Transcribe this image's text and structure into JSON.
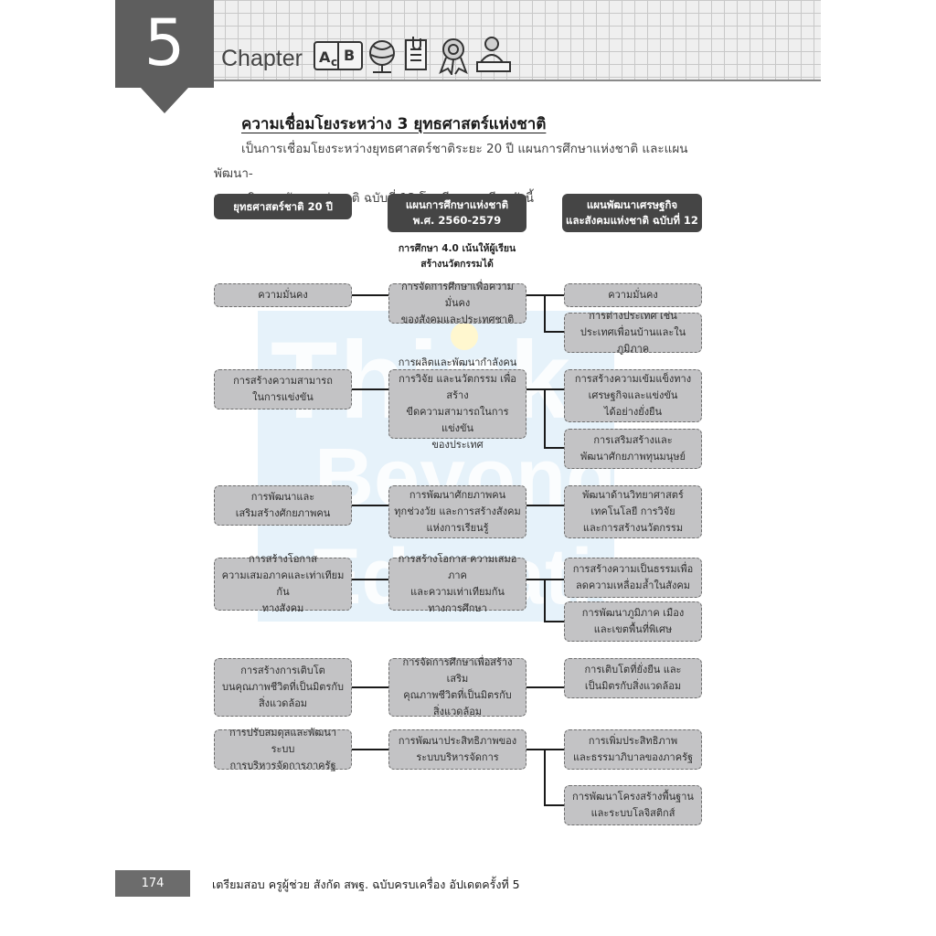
{
  "chapter": {
    "number": "5",
    "word": "Chapter",
    "icons": [
      "abc-book-icon",
      "globe-icon",
      "document-clip-icon",
      "award-ribbon-icon",
      "teacher-desk-icon"
    ]
  },
  "heading": "ความเชื่อมโยงระหว่าง 3 ยุทธศาสตร์แห่งชาติ",
  "intro": {
    "line1": "เป็นการเชื่อมโยงระหว่างยุทธศาสตร์ชาติระยะ 20 ปี แผนการศึกษาแห่งชาติ และแผนพัฒนา-",
    "line2": "เศรษฐกิจและสังคมแห่งชาติ ฉบับที่ 12 โดยมีรายละเอียดดังนี้"
  },
  "watermark": {
    "line1": "Think",
    "line2": "Beyond",
    "line3": "Education"
  },
  "columns": {
    "left": "ยุทธศาสตร์ชาติ 20 ปี",
    "middle": "แผนการศึกษาแห่งชาติ\nพ.ศ. 2560-2579",
    "right": "แผนพัฒนาเศรษฐกิจ\nและสังคมแห่งชาติ ฉบับที่ 12"
  },
  "note": "การศึกษา 4.0 เน้นให้ผู้เรียน\nสร้างนวัตกรรมได้",
  "rows": [
    {
      "left": "ความมั่นคง",
      "middle": "การจัดการศึกษาเพื่อความมั่นคง\nของสังคมและประเทศชาติ",
      "right": [
        "ความมั่นคง",
        "การต่างประเทศ เช่น\nประเทศเพื่อนบ้านและในภูมิภาค"
      ]
    },
    {
      "left": "การสร้างความสามารถ\nในการแข่งขัน",
      "middle": "การผลิตและพัฒนากำลังคน\nการวิจัย และนวัตกรรม เพื่อสร้าง\nขีดความสามารถในการแข่งขัน\nของประเทศ",
      "right": [
        "การสร้างความเข้มแข็งทาง\nเศรษฐกิจและแข่งขัน\nได้อย่างยั่งยืน",
        "การเสริมสร้างและ\nพัฒนาศักยภาพทุนมนุษย์"
      ]
    },
    {
      "left": "การพัฒนาและ\nเสริมสร้างศักยภาพคน",
      "middle": "การพัฒนาศักยภาพคน\nทุกช่วงวัย และการสร้างสังคม\nแห่งการเรียนรู้",
      "right": [
        "พัฒนาด้านวิทยาศาสตร์\nเทคโนโลยี การวิจัย\nและการสร้างนวัตกรรม"
      ]
    },
    {
      "left": "การสร้างโอกาส\nความเสมอภาคและเท่าเทียมกัน\nทางสังคม",
      "middle": "การสร้างโอกาส ความเสมอภาค\nและความเท่าเทียมกัน\nทางการศึกษา",
      "right": [
        "การสร้างความเป็นธรรมเพื่อ\nลดความเหลื่อมล้ำในสังคม",
        "การพัฒนาภูมิภาค เมือง\nและเขตพื้นที่พิเศษ"
      ]
    },
    {
      "left": "การสร้างการเติบโต\nบนคุณภาพชีวิตที่เป็นมิตรกับ\nสิ่งแวดล้อม",
      "middle": "การจัดการศึกษาเพื่อสร้างเสริม\nคุณภาพชีวิตที่เป็นมิตรกับ\nสิ่งแวดล้อม",
      "right": [
        "การเติบโตที่ยั่งยืน และ\nเป็นมิตรกับสิ่งแวดล้อม"
      ]
    },
    {
      "left": "การปรับสมดุลและพัฒนาระบบ\nการบริหารจัดการภาครัฐ",
      "middle": "การพัฒนาประสิทธิภาพของ\nระบบบริหารจัดการ",
      "right": [
        "การเพิ่มประสิทธิภาพ\nและธรรมาภิบาลของภาครัฐ",
        "การพัฒนาโครงสร้างพื้นฐาน\nและระบบโลจิสติกส์"
      ]
    }
  ],
  "footer": {
    "page": "174",
    "text": "เตรียมสอบ ครูผู้ช่วย สังกัด สพฐ. ฉบับครบเครื่อง อัปเดตครั้งที่ 5"
  },
  "colors": {
    "box_fill": "#c3c3c5",
    "header_fill": "#454545",
    "page_tab": "#6c6c6c"
  }
}
